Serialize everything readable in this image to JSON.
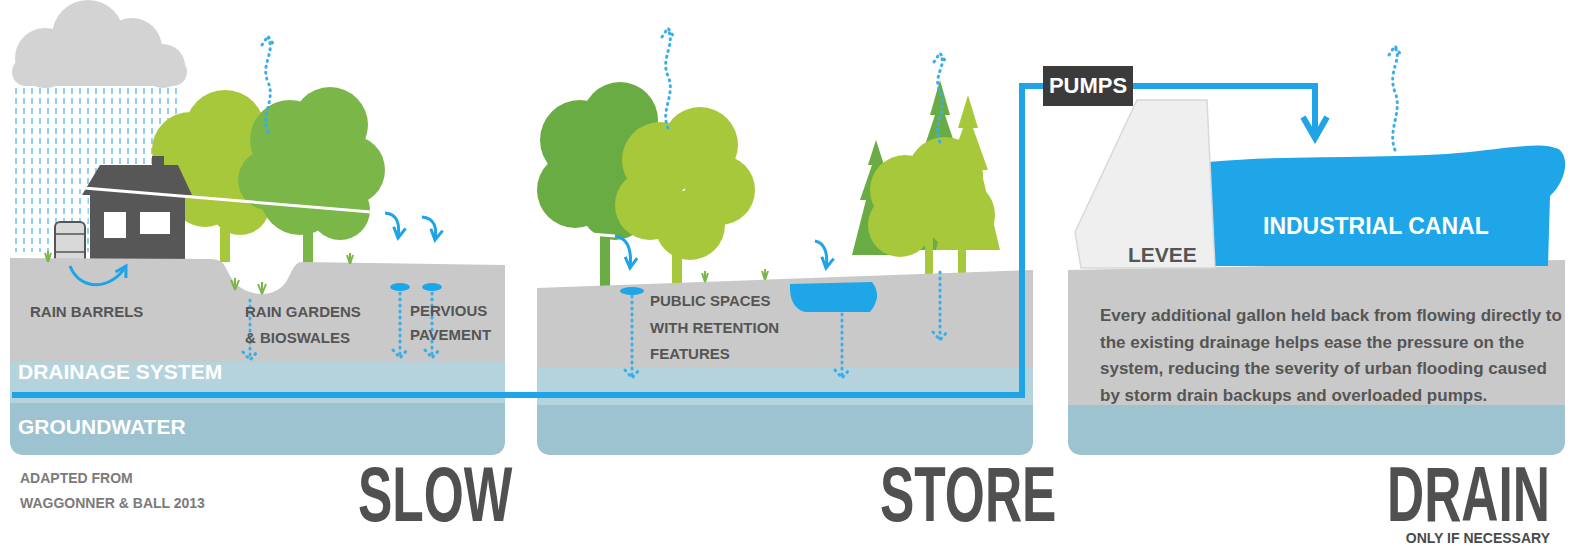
{
  "diagram": {
    "nodes": [
      {
        "text": [
          "SLOW"
        ]
      },
      {
        "text": [
          "STORE"
        ]
      },
      {
        "text": [
          "Every additional gallon held back from flowing directly to the existing drainage helps ease the pressure on the system, reducing the severity of urban flooding caused by storm drain backups and overloaded pumps.",
          "DRAIN",
          "ONLY IF NECESSARY"
        ]
      },
      {
        "text": [
          "PUMPS"
        ]
      },
      {
        "text": [
          "LEVEE"
        ]
      },
      {
        "text": [
          "INDUSTRIAL CANAL"
        ]
      }
    ],
    "edges": [
      {
        "from": 3,
        "to": 5,
        "arrow": "to"
      }
    ],
    "labels": [
      "RAIN BARRELS",
      "RAIN GARDENS & BIOSWALES",
      "PERVIOUS PAVEMENT",
      "PUBLIC SPACES WITH RETENTION FEATURES",
      "DRAINAGE SYSTEM",
      "GROUNDWATER",
      "ADAPTED FROM WAGGONNER & BALL 2013"
    ]
  }
}
